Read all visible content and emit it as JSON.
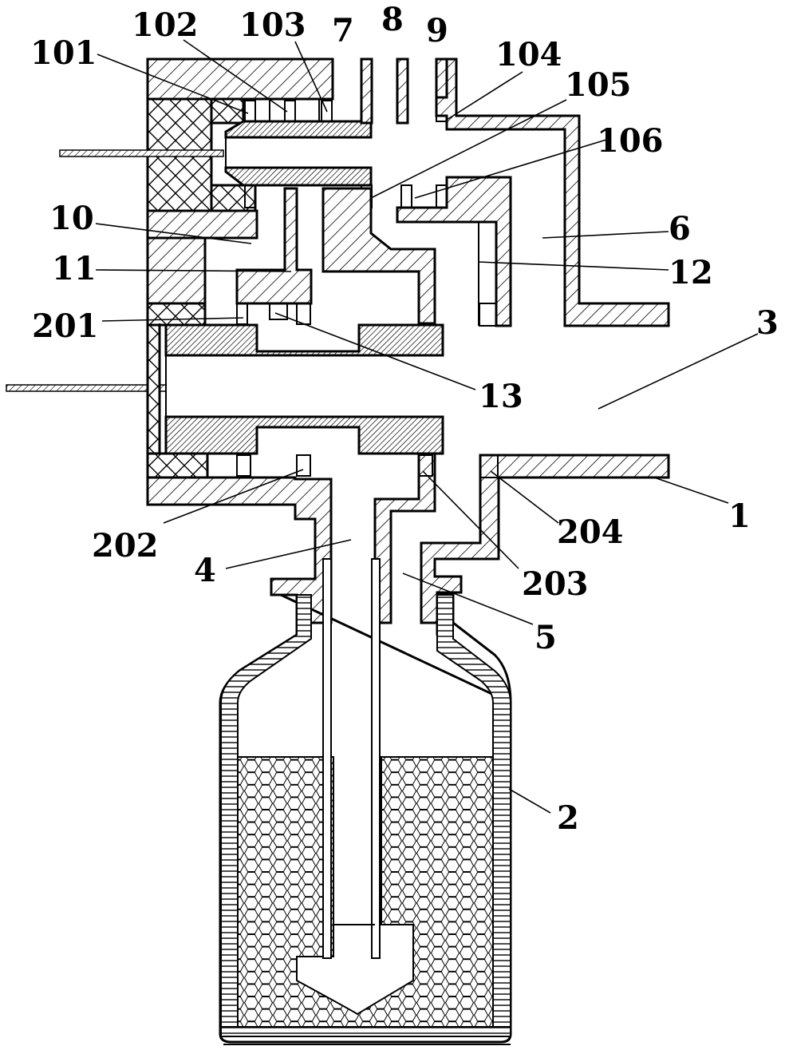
{
  "labels": {
    "l101": "101",
    "l102": "102",
    "l103": "103",
    "l7": "7",
    "l8": "8",
    "l9": "9",
    "l104": "104",
    "l105": "105",
    "l106": "106",
    "l6": "6",
    "l10": "10",
    "l11": "11",
    "l12": "12",
    "l201": "201",
    "l3": "3",
    "l13": "13",
    "l1": "1",
    "l202": "202",
    "l204": "204",
    "l4": "4",
    "l203": "203",
    "l5": "5",
    "l2": "2"
  }
}
